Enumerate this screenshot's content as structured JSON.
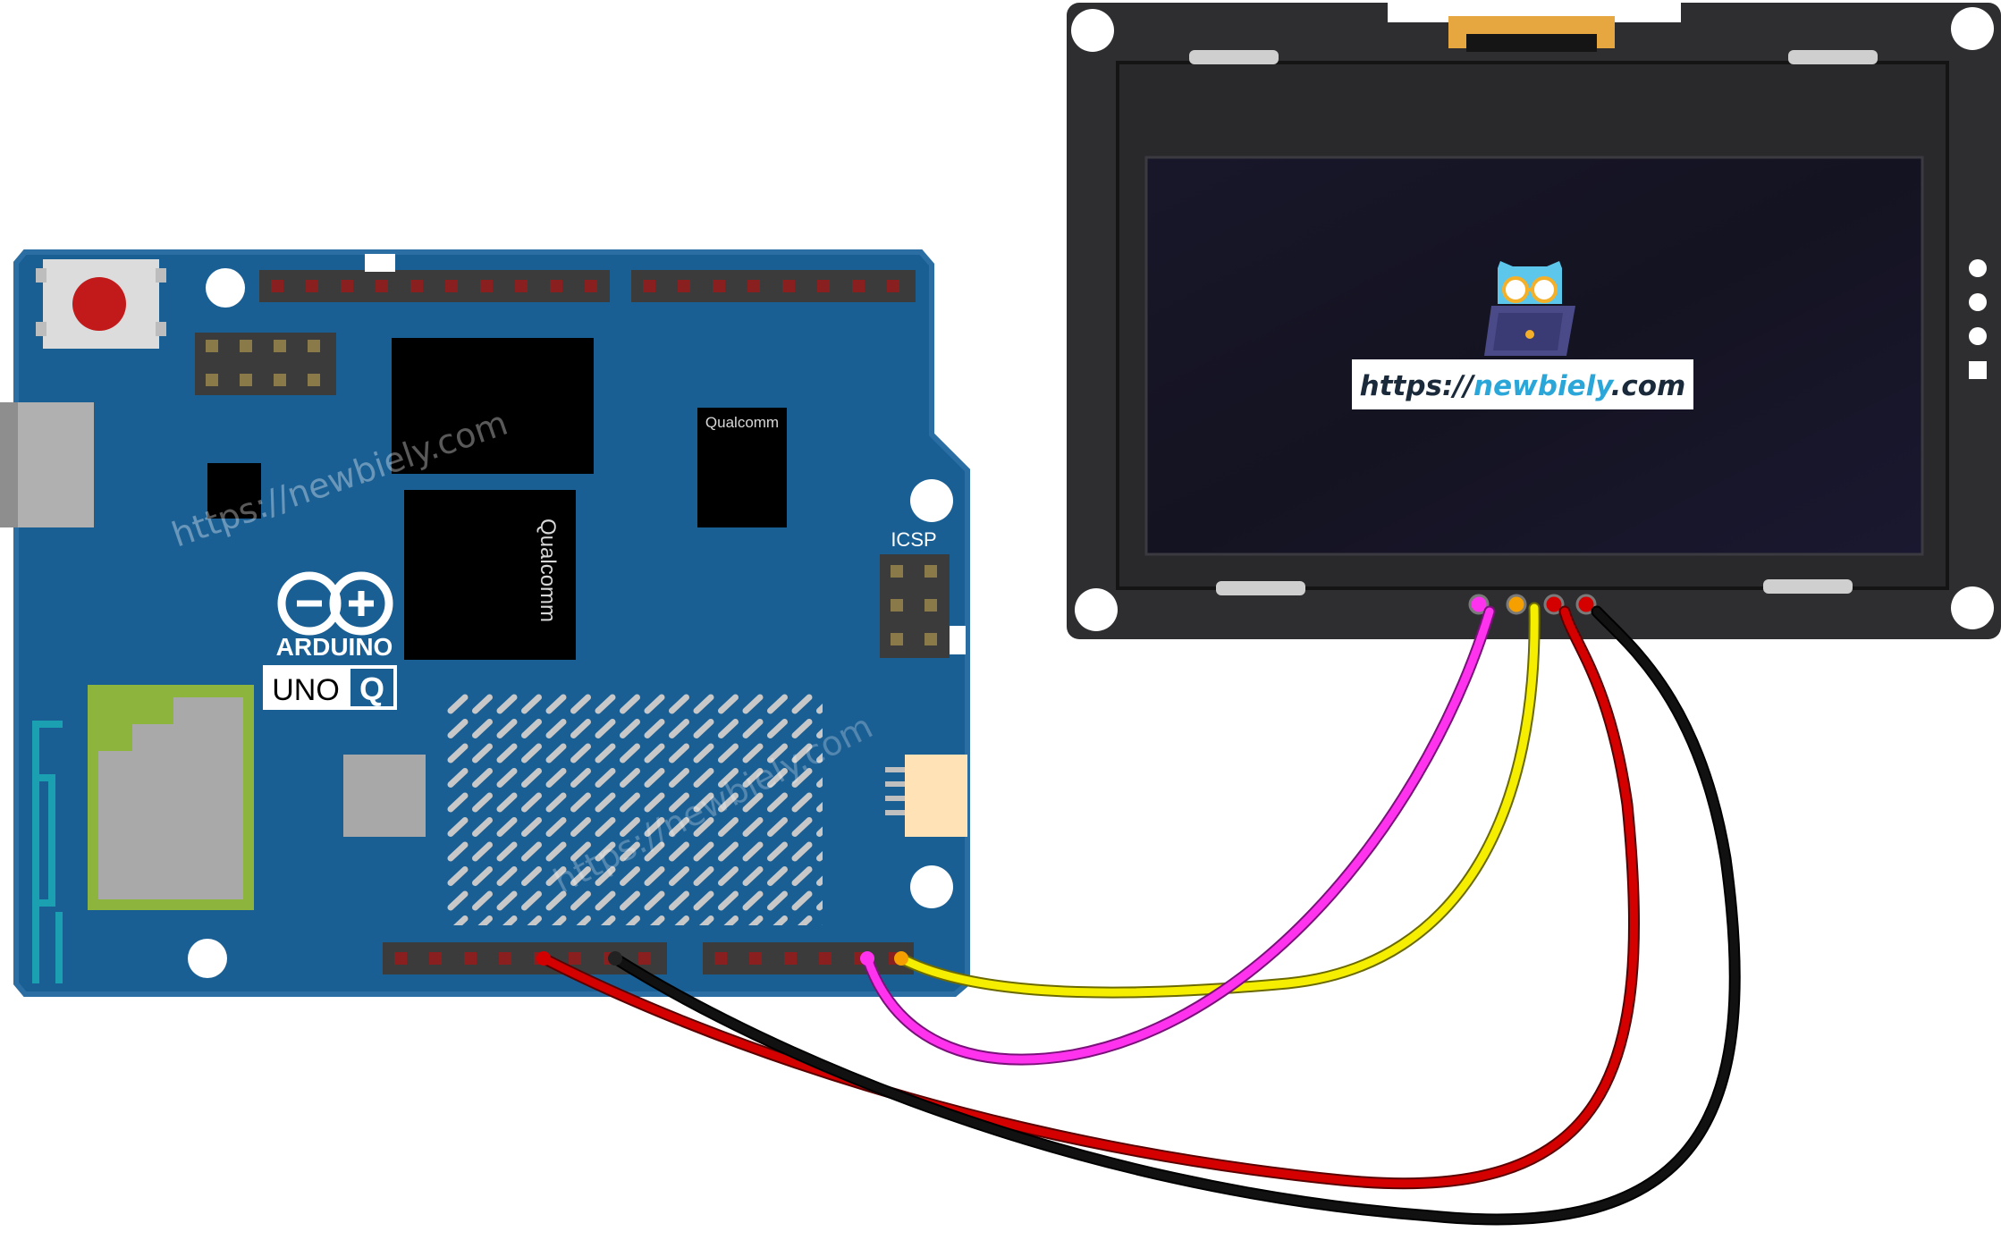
{
  "arduino": {
    "brand": "ARDUINO",
    "model_prefix": "UNO",
    "model_badge": "Q",
    "icsp_label": "ICSP",
    "chip_brand_1": "Qualcomm",
    "chip_brand_2": "Qualcomm",
    "watermark_1": "https://newbiely.com",
    "watermark_2": "https://newbiely.com"
  },
  "oled": {
    "url_prefix": "https://",
    "url_brand": "newbiely",
    "url_suffix": ".com"
  },
  "wires": [
    {
      "name": "pink",
      "color": "#ff33ee"
    },
    {
      "name": "yellow",
      "color": "#f5ee00"
    },
    {
      "name": "red",
      "color": "#d40000"
    },
    {
      "name": "black",
      "color": "#111111"
    }
  ],
  "colors": {
    "board": "#1a5f94",
    "board_edge": "#2a6ea3",
    "oled_frame": "#2e2e31",
    "oled_screen": "#141321",
    "brand_accent": "#2aa7d8",
    "reset_button": "#c21a1a"
  }
}
